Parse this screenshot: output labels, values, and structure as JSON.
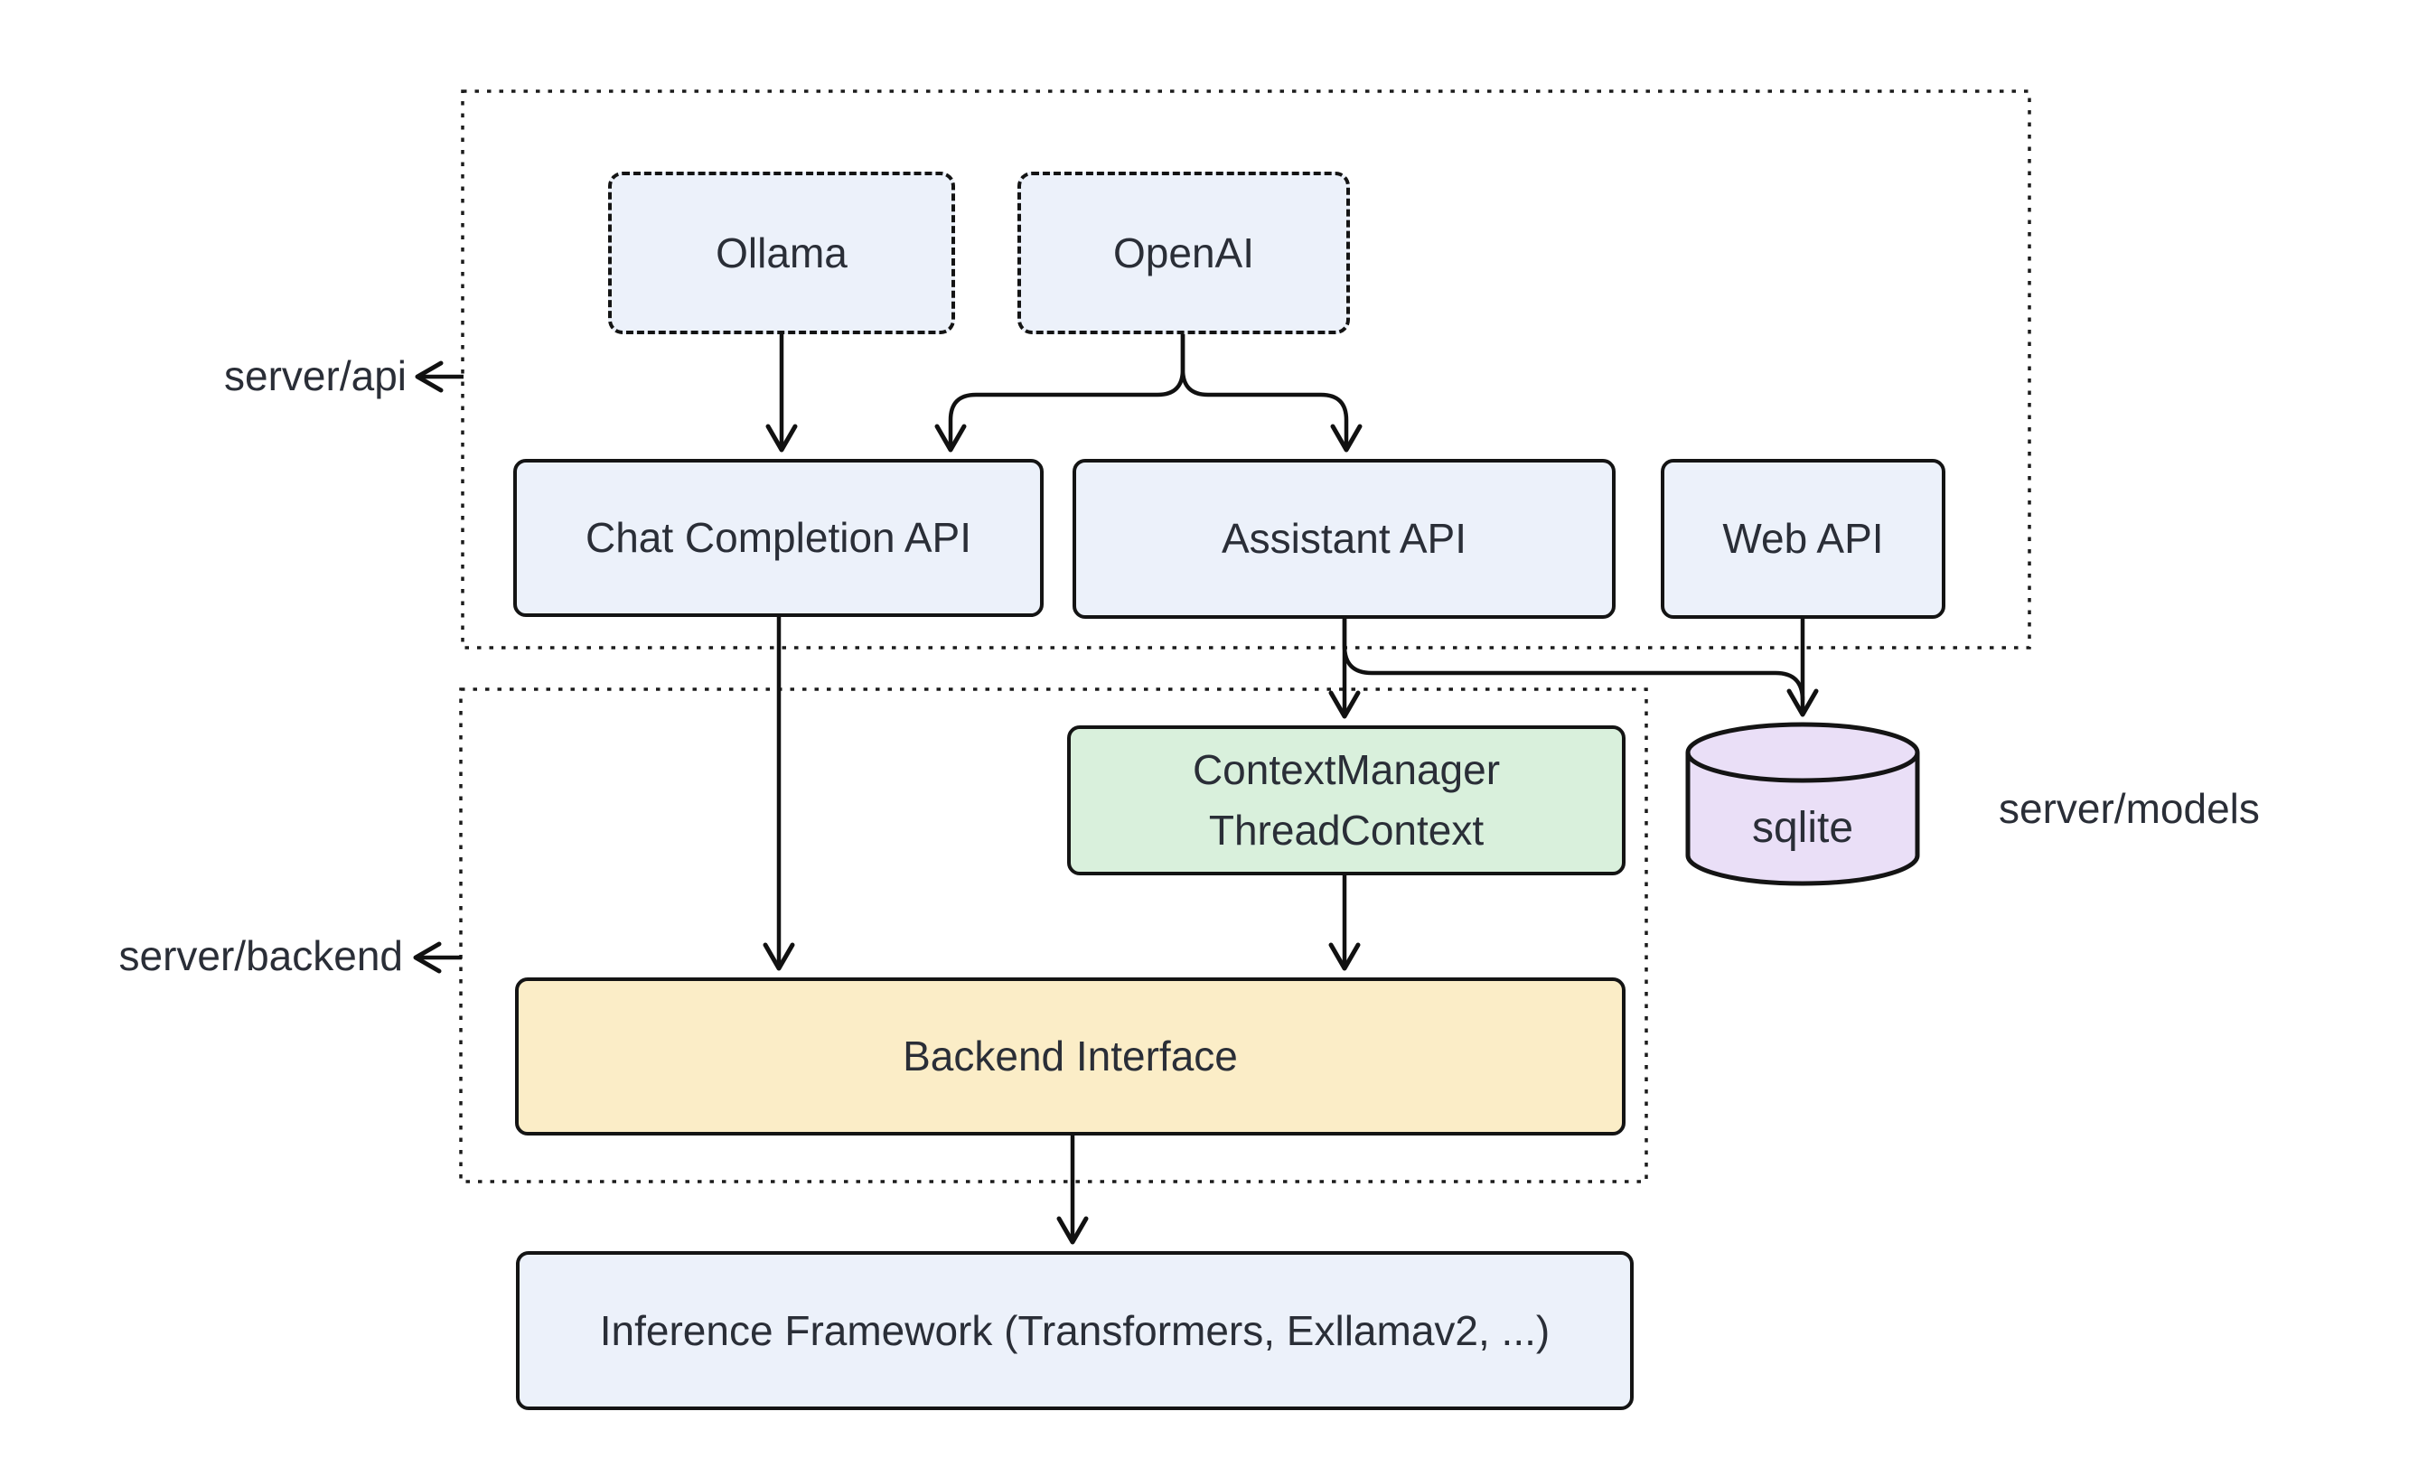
{
  "diagram": {
    "regions": {
      "api": {
        "label": "server/api"
      },
      "backend": {
        "label": "server/backend"
      },
      "models": {
        "label": "server/models"
      }
    },
    "nodes": {
      "ollama": {
        "label": "Ollama"
      },
      "openai": {
        "label": "OpenAI"
      },
      "chat_completion_api": {
        "label": "Chat Completion API"
      },
      "assistant_api": {
        "label": "Assistant API"
      },
      "web_api": {
        "label": "Web API"
      },
      "context_manager": {
        "line1": "ContextManager",
        "line2": "ThreadContext"
      },
      "sqlite": {
        "label": "sqlite"
      },
      "backend_interface": {
        "label": "Backend Interface"
      },
      "inference_framework": {
        "label": "Inference Framework (Transformers, Exllamav2, ...)"
      }
    },
    "edges": [
      {
        "from": "Ollama",
        "to": "Chat Completion API"
      },
      {
        "from": "OpenAI",
        "to": "Chat Completion API"
      },
      {
        "from": "OpenAI",
        "to": "Assistant API"
      },
      {
        "from": "Chat Completion API",
        "to": "Backend Interface"
      },
      {
        "from": "Assistant API",
        "to": "ContextManager ThreadContext"
      },
      {
        "from": "Assistant API",
        "to": "sqlite"
      },
      {
        "from": "Web API",
        "to": "sqlite"
      },
      {
        "from": "ContextManager ThreadContext",
        "to": "Backend Interface"
      },
      {
        "from": "Backend Interface",
        "to": "Inference Framework (Transformers, Exllamav2, ...)"
      },
      {
        "from": "server/api region border",
        "to": "server/api label"
      },
      {
        "from": "server/backend region border",
        "to": "server/backend label"
      }
    ],
    "colors": {
      "node_blue": "#ECF1FA",
      "node_green": "#D9F0DC",
      "node_yellow": "#FBEDC7",
      "node_purple": "#EADFF7",
      "line": "#111111",
      "text": "#2A2E37",
      "background": "#FFFFFF"
    }
  }
}
